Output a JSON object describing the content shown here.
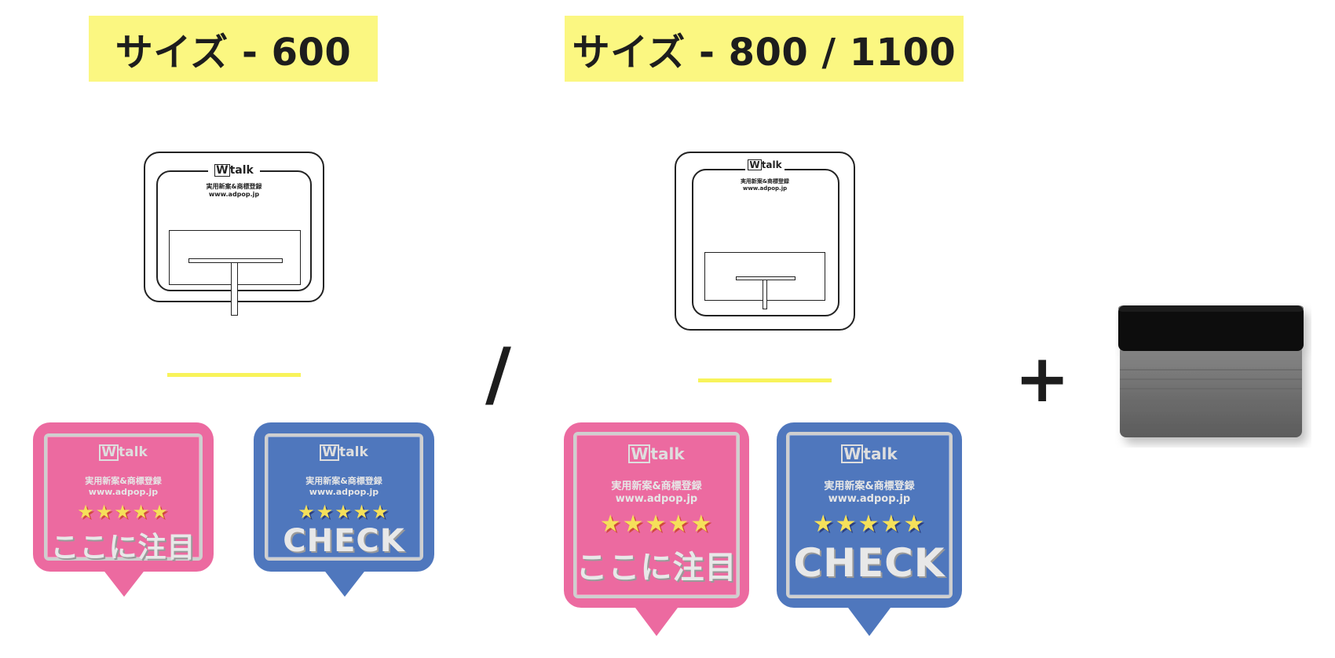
{
  "headers": {
    "left": "サイズ - 600",
    "right": "サイズ - 800 / 1100"
  },
  "separators": {
    "slash": "/",
    "plus": "+"
  },
  "template": {
    "logo_w": "W",
    "logo_rest": "talk",
    "line1": "実用新案&商標登録",
    "line2": "www.adpop.jp"
  },
  "stickers": {
    "pink_big_text": "ここに注目",
    "blue_big_text": "CHECK",
    "stars": "★★★★★"
  },
  "colors": {
    "header_yellow": "#fbf781",
    "separator_yellow": "#f8f35a",
    "sticker_pink": "#ec6aa0",
    "sticker_blue": "#4f77bd",
    "squeegee_gray": "#767676",
    "felt_black": "#0d0d0d"
  }
}
